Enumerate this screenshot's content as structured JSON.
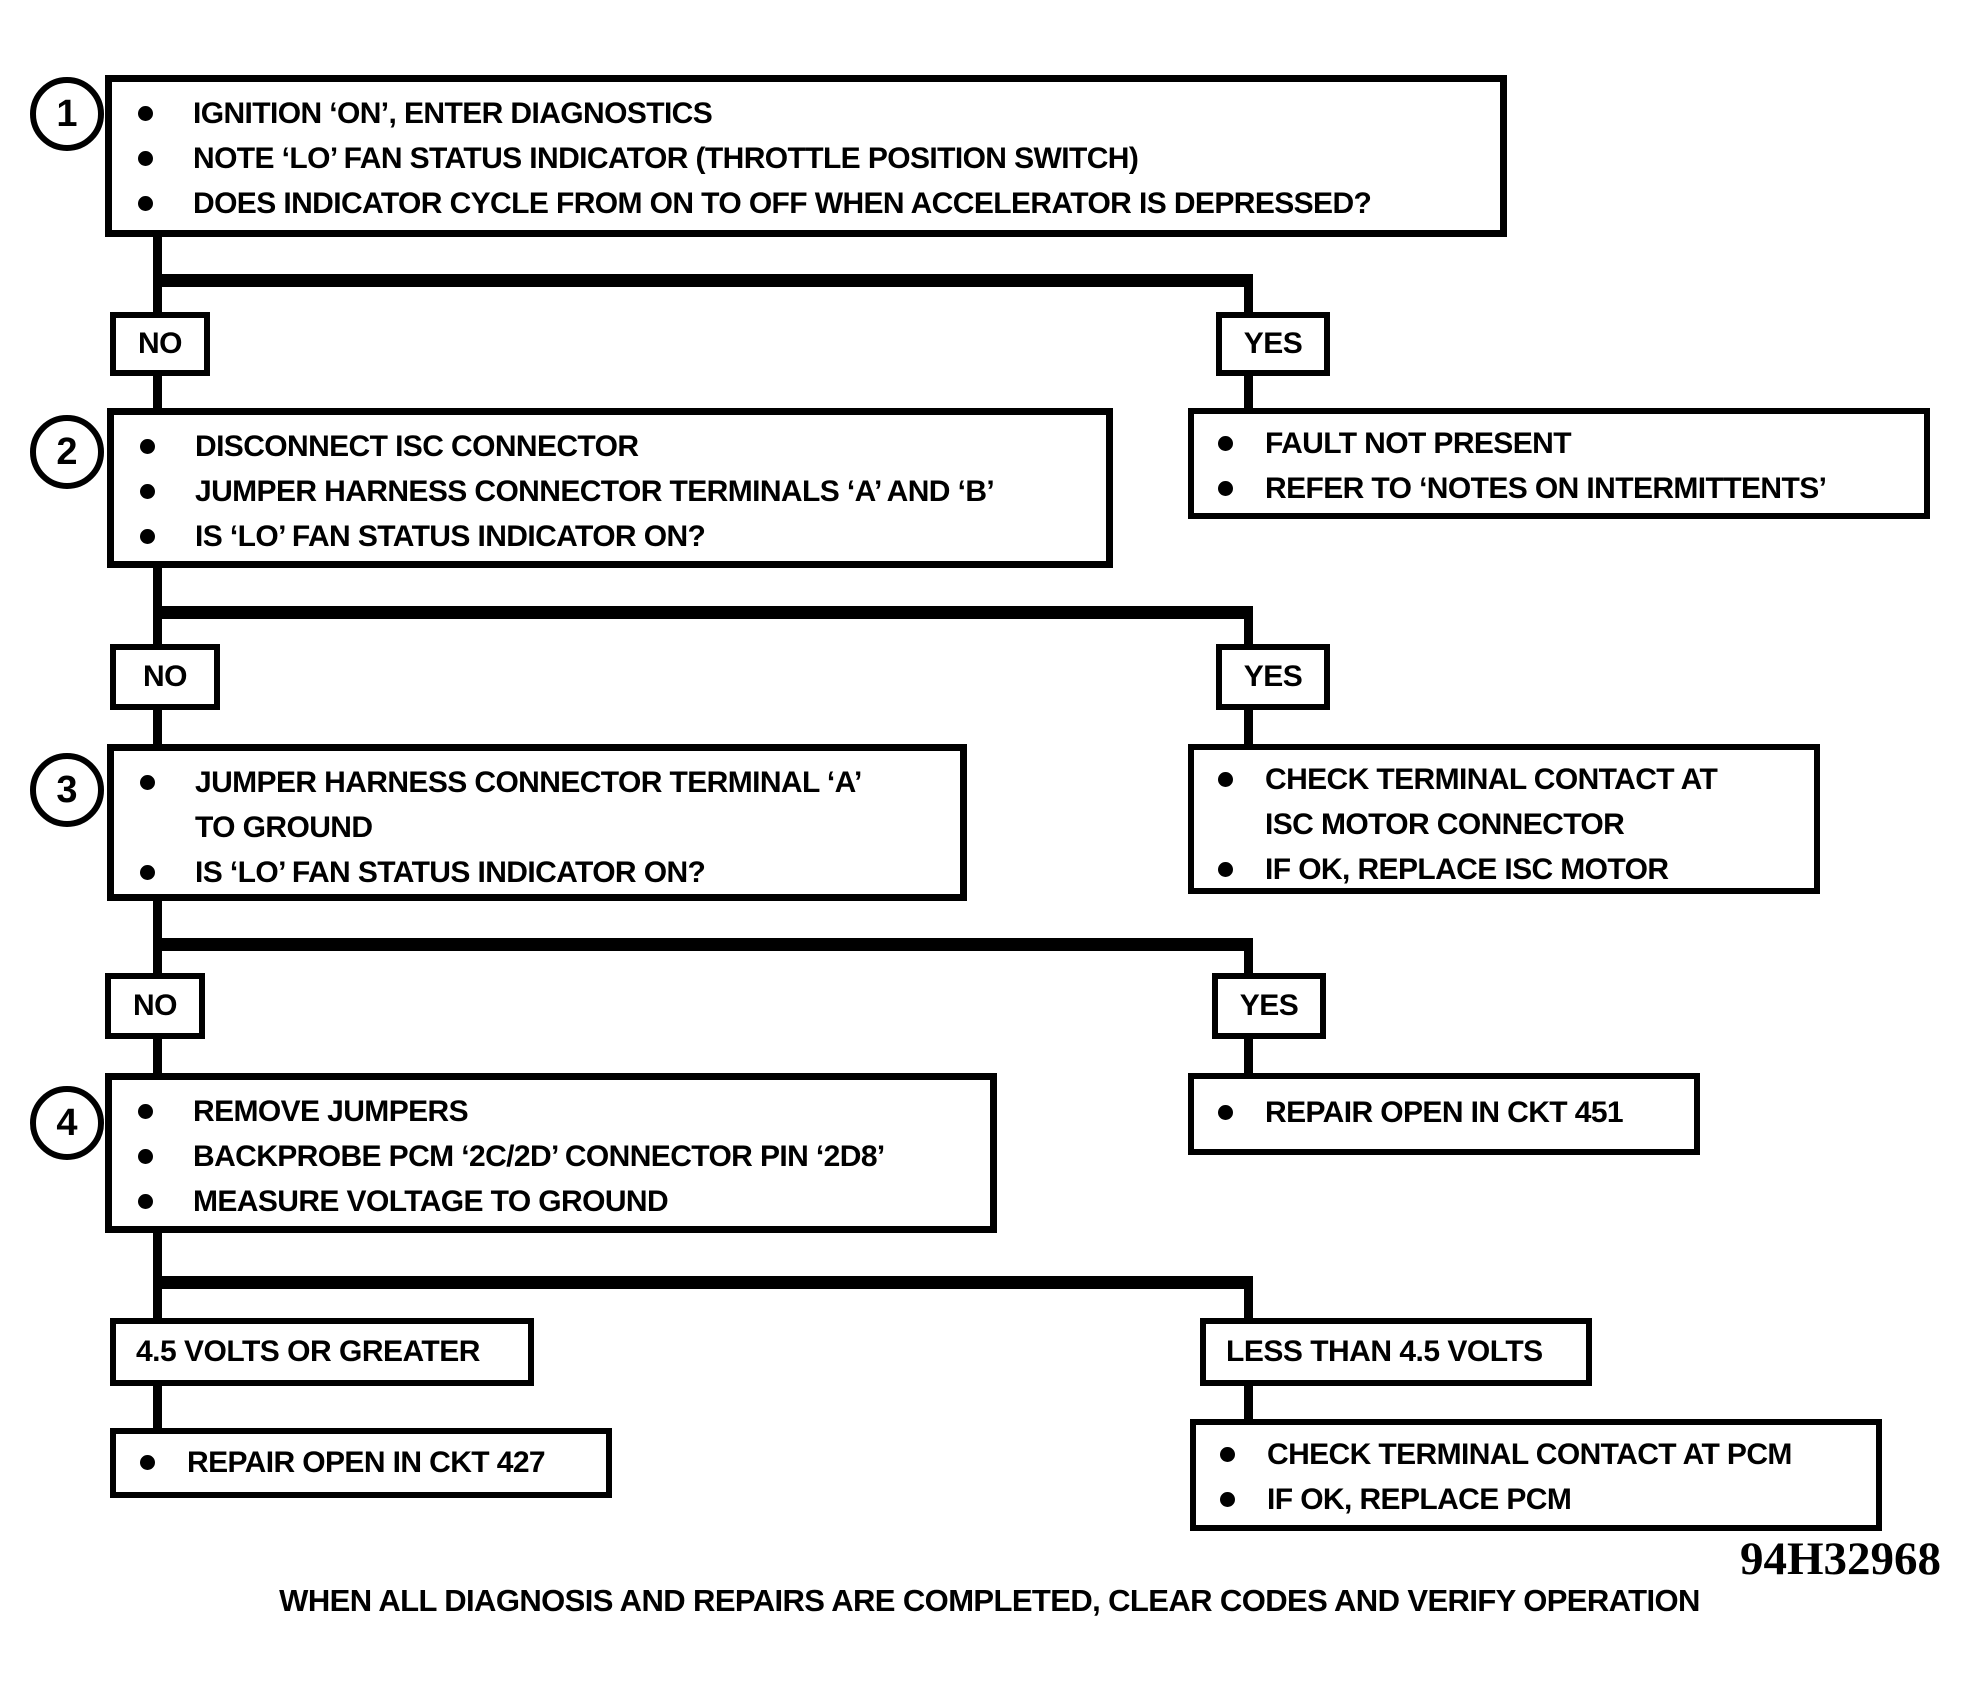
{
  "branch_labels": {
    "no": "NO",
    "yes": "YES"
  },
  "steps": [
    {
      "number": "1",
      "bullets": [
        "IGNITION ‘ON’, ENTER DIAGNOSTICS",
        "NOTE ‘LO’ FAN STATUS INDICATOR (THROTTLE POSITION SWITCH)",
        "DOES INDICATOR CYCLE FROM ON TO OFF WHEN ACCELERATOR IS DEPRESSED?"
      ]
    },
    {
      "number": "2",
      "bullets": [
        "DISCONNECT ISC CONNECTOR",
        "JUMPER HARNESS CONNECTOR TERMINALS ‘A’ AND ‘B’",
        "IS ‘LO’ FAN STATUS INDICATOR ON?"
      ]
    },
    {
      "number": "3",
      "bullets": [
        "JUMPER HARNESS CONNECTOR TERMINAL ‘A’\nTO GROUND",
        "IS ‘LO’ FAN STATUS INDICATOR ON?"
      ]
    },
    {
      "number": "4",
      "bullets": [
        "REMOVE JUMPERS",
        "BACKPROBE PCM ‘2C/2D’ CONNECTOR PIN ‘2D8’",
        "MEASURE VOLTAGE TO GROUND"
      ]
    }
  ],
  "yes_results": [
    {
      "bullets": [
        "FAULT NOT PRESENT",
        "REFER TO ‘NOTES ON INTERMITTENTS’"
      ]
    },
    {
      "bullets": [
        "CHECK TERMINAL CONTACT AT\nISC MOTOR CONNECTOR",
        "IF OK, REPLACE ISC MOTOR"
      ]
    },
    {
      "bullets": [
        "REPAIR OPEN IN CKT 451"
      ]
    }
  ],
  "voltage_branch": {
    "left": "4.5 VOLTS OR GREATER",
    "right": "LESS THAN 4.5 VOLTS"
  },
  "final_results": {
    "left": {
      "bullets": [
        "REPAIR OPEN IN CKT 427"
      ]
    },
    "right": {
      "bullets": [
        "CHECK TERMINAL CONTACT AT PCM",
        "IF OK, REPLACE PCM"
      ]
    }
  },
  "figure_id": "94H32968",
  "footer": "WHEN ALL DIAGNOSIS AND REPAIRS ARE COMPLETED, CLEAR CODES AND VERIFY OPERATION"
}
